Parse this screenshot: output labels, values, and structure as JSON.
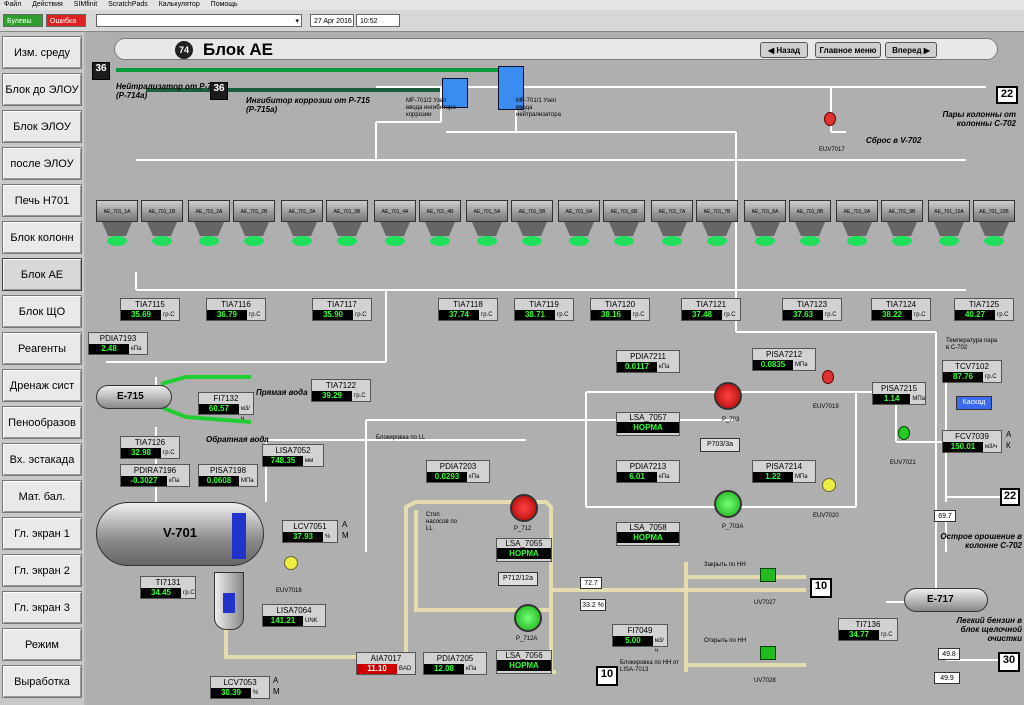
{
  "menu": [
    "Файл",
    "Действия",
    "SIMfinit",
    "ScratchPads",
    "Калькулятор",
    "Помощь"
  ],
  "toolbar": {
    "status1": "Булевы",
    "status2": "Ошибка",
    "date": "27 Apr 2016",
    "time": "10:52"
  },
  "sidebar": [
    "Изм. среду",
    "Блок до ЭЛОУ",
    "Блок ЭЛОУ",
    "после ЭЛОУ",
    "Печь Н701",
    "Блок колонн",
    "Блок АЕ",
    "Блок ЩО",
    "Реагенты",
    "Дренаж сист",
    "Пенообразов",
    "Вх. эстакада",
    "Мат. бал.",
    "Гл. экран 1",
    "Гл. экран 2",
    "Гл. экран 3",
    "Режим",
    "Выработка"
  ],
  "header": {
    "number": "74",
    "title": "Блок АЕ",
    "back": "Назад",
    "main_menu": "Главное меню",
    "forward": "Вперед"
  },
  "inlets": {
    "n36a": "36",
    "neutralizer": "Нейтрализатор от Р-714 (Р-714а)",
    "n36b": "36",
    "inhibitor": "Ингибитор коррозии от Р-715 (Р-715а)",
    "n22": "22",
    "vapors": "Пары колонны от колонны С-702",
    "discharge": "Сброс в V-702",
    "mf1": "МF-701/2 Узел ввода ингибитора коррозии",
    "mf2": "МF-701/1 Узел ввода нейтрализатора",
    "euv7017": "EUV7017"
  },
  "fans": [
    "AE_701_1A",
    "AE_701_1B",
    "AE_701_2A",
    "AE_701_2B",
    "AE_701_3A",
    "AE_701_3B",
    "AE_701_4A",
    "AE_701_4B",
    "AE_701_5A",
    "AE_701_5B",
    "AE_701_6A",
    "AE_701_6B",
    "AE_701_7A",
    "AE_701_7B",
    "AE_701_8A",
    "AE_701_8B",
    "AE_701_9A",
    "AE_701_9B",
    "AE_701_10A",
    "AE_701_10B"
  ],
  "tia": [
    {
      "name": "TIA7115",
      "value": "35.69",
      "unit": "гр.С"
    },
    {
      "name": "TIA7116",
      "value": "36.79",
      "unit": "гр.С"
    },
    {
      "name": "TIA7117",
      "value": "35.90",
      "unit": "гр.С"
    },
    {
      "name": "TIA7118",
      "value": "37.74",
      "unit": "гр.С"
    },
    {
      "name": "TIA7119",
      "value": "38.71",
      "unit": "гр.С"
    },
    {
      "name": "TIA7120",
      "value": "38.16",
      "unit": "гр.С"
    },
    {
      "name": "TIA7121",
      "value": "37.48",
      "unit": "гр.С"
    },
    {
      "name": "TIA7123",
      "value": "37.63",
      "unit": "гр.С"
    },
    {
      "name": "TIA7124",
      "value": "38.22",
      "unit": "гр.С"
    },
    {
      "name": "TIA7125",
      "value": "40.27",
      "unit": "гр.С"
    }
  ],
  "pdia7193": {
    "name": "PDIA7193",
    "value": "2.48",
    "unit": "кПа"
  },
  "e715": "E-715",
  "fi7132": {
    "name": "FI7132",
    "value": "60.57",
    "unit": "м3/ч"
  },
  "direct_water": "Прямая вода",
  "return_water": "Обратная вода",
  "tia7122": {
    "name": "TIA7122",
    "value": "39.29",
    "unit": "гр.С"
  },
  "tia7126": {
    "name": "TIA7126",
    "value": "32.98",
    "unit": "гр.С"
  },
  "pdira7196": {
    "name": "PDIRA7196",
    "value": "-0.3027",
    "unit": "кПа"
  },
  "pisa7198": {
    "name": "PISA7198",
    "value": "0.0608",
    "unit": "МПа"
  },
  "lisa7052": {
    "name": "LISA7052",
    "value": "748.35",
    "unit": "мм"
  },
  "block_ll": "Блокировка по LL",
  "v701": "V-701",
  "lcv7051": {
    "name": "LCV7051",
    "value": "37.93",
    "unit": "%",
    "mode": "A",
    "mode2": "M"
  },
  "euv7018": "EUV7018",
  "ti7131": {
    "name": "TI7131",
    "value": "34.45",
    "unit": "гр.С"
  },
  "lisa7064": {
    "name": "LISA7064",
    "value": "141.21",
    "unit": "UNK"
  },
  "lcv7053": {
    "name": "LCV7053",
    "value": "30.39",
    "unit": "%",
    "mode": "A",
    "mode2": "M"
  },
  "aia7017": {
    "name": "AIA7017",
    "value": "11.10",
    "unit": "BAD"
  },
  "pdia7205": {
    "name": "PDIA7205",
    "value": "12.08",
    "unit": "кПа"
  },
  "pdia7203": {
    "name": "PDIA7203",
    "value": "0.0293",
    "unit": "кПа"
  },
  "stop_ll": "Стоп насосов по LL",
  "p712": "P_712",
  "lsa7055": {
    "name": "LSA_7055",
    "value": "НОРМА"
  },
  "p712sel": "P712/12a",
  "p712a": "P_712A",
  "lsa7056": {
    "name": "LSA_7056",
    "value": "НОРМА"
  },
  "v727": "72.7",
  "v332": "33.2 %",
  "fi7049": {
    "name": "FI7049",
    "value": "5.00",
    "unit": "м3/ч"
  },
  "close_hh": "Закрыть по НН",
  "open_hh": "Открыть по НН",
  "uv7027": "UV7027",
  "uv7028": "UV7028",
  "n10a": "10",
  "n10b": "10",
  "block_hh": "Блокировка по НН от LISA-7013",
  "pdia7211": {
    "name": "PDIA7211",
    "value": "0.0117",
    "unit": "кПа"
  },
  "lsa7057": {
    "name": "LSA_7057",
    "value": "НОРМА"
  },
  "p703": "P_703",
  "p703sel": "P703/3a",
  "pdia7213": {
    "name": "PDIA7213",
    "value": "6.01",
    "unit": "кПа"
  },
  "lsa7058": {
    "name": "LSA_7058",
    "value": "НОРМА"
  },
  "p703a": "P_703A",
  "pisa7212": {
    "name": "PISA7212",
    "value": "0.0835",
    "unit": "МПа"
  },
  "pisa7214": {
    "name": "PISA7214",
    "value": "1.22",
    "unit": "МПа"
  },
  "euv7019": "EUV7019",
  "euv7020": "EUV7020",
  "pisa7215": {
    "name": "PISA7215",
    "value": "1.14",
    "unit": "МПа"
  },
  "euv7021": "EUV7021",
  "temp_label": "Температура пара в С-702",
  "tcv7102": {
    "name": "TCV7102",
    "value": "87.76",
    "unit": "гр.С"
  },
  "cascade": "Каскад",
  "fcv7039": {
    "name": "FCV7039",
    "value": "150.01",
    "unit": "м3/ч",
    "mode": "A",
    "mode2": "К"
  },
  "v697": "69.7",
  "n22b": "22",
  "reflux": "Острое орошение в колонне С-702",
  "e717": "E-717",
  "ti7136": {
    "name": "TI7136",
    "value": "34.77",
    "unit": "гр.С"
  },
  "light_gasoline": "Легкий бензин в блок щелочной очистки",
  "v498": "49.8",
  "v499": "49.9",
  "n30": "30",
  "colors": {
    "accent": "#00cc33",
    "value_text": "#33ff33",
    "pipe": "#ffffff",
    "pipe_cream": "#e8e0b0"
  }
}
